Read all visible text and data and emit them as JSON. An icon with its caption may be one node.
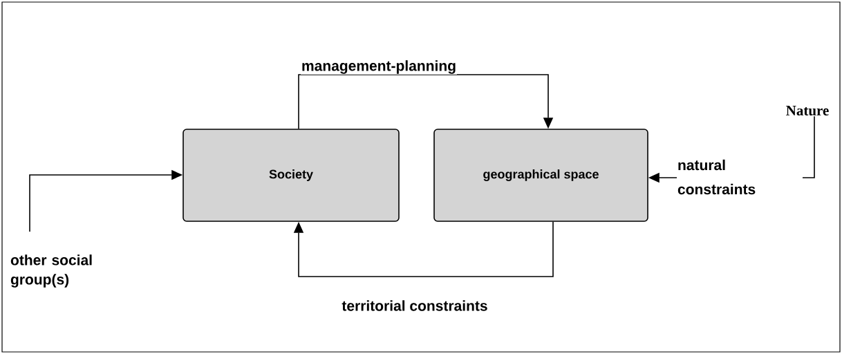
{
  "diagram": {
    "nodes": [
      {
        "text": [
          "Society"
        ]
      },
      {
        "text": [
          "geographical space"
        ]
      },
      {
        "text": [
          "Nature"
        ]
      },
      {
        "text": [
          "other social group(s)"
        ]
      }
    ],
    "edges": [
      {
        "from": 0,
        "to": 1,
        "arrow": "to",
        "label": "management-planning"
      },
      {
        "from": 1,
        "to": 0,
        "arrow": "to",
        "label": "territorial constraints"
      },
      {
        "from": 2,
        "to": 1,
        "arrow": "to",
        "label": "natural constraints"
      },
      {
        "from": 3,
        "to": 0,
        "arrow": "to"
      }
    ]
  }
}
